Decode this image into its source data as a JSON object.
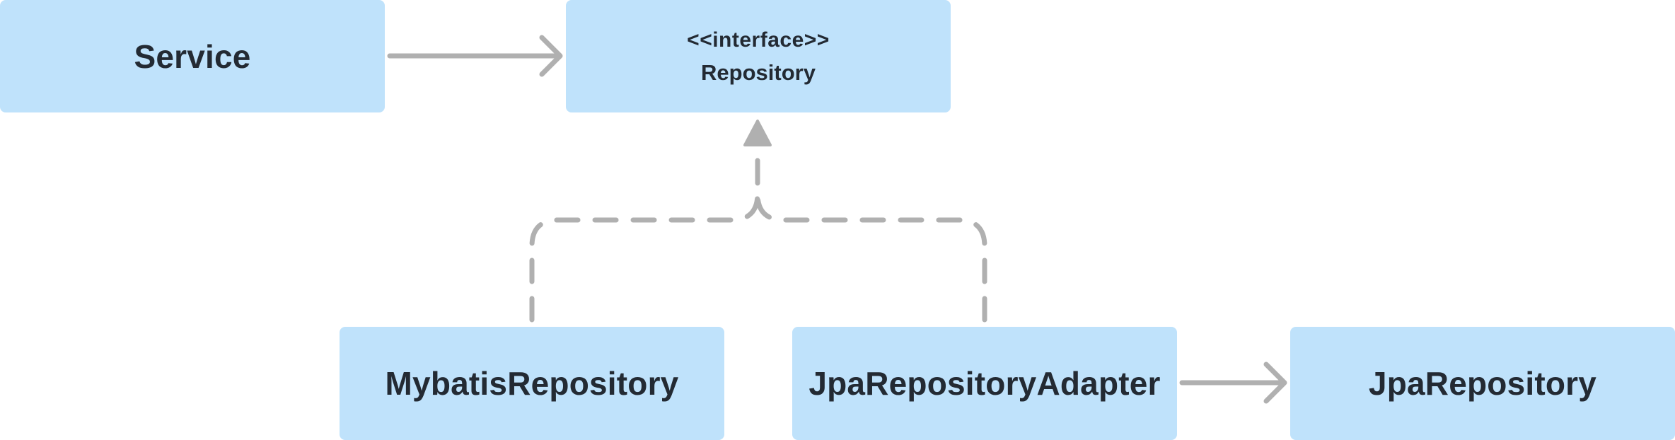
{
  "colors": {
    "box_fill": "#bfe2fb",
    "box_text": "#232a33",
    "connector": "#b0b0b0"
  },
  "nodes": {
    "service": {
      "label": "Service"
    },
    "repository": {
      "stereotype": "<<interface>>",
      "label": "Repository"
    },
    "mybatis_repository": {
      "label": "MybatisRepository"
    },
    "jpa_repository_adapter": {
      "label": "JpaRepositoryAdapter"
    },
    "jpa_repository": {
      "label": "JpaRepository"
    }
  },
  "edges": [
    {
      "from": "Service",
      "to": "Repository",
      "style": "solid",
      "arrow": "open"
    },
    {
      "from": "MybatisRepository",
      "to": "Repository",
      "style": "dashed",
      "arrow": "filled-triangle"
    },
    {
      "from": "JpaRepositoryAdapter",
      "to": "Repository",
      "style": "dashed",
      "arrow": "filled-triangle"
    },
    {
      "from": "JpaRepositoryAdapter",
      "to": "JpaRepository",
      "style": "solid",
      "arrow": "open"
    }
  ]
}
